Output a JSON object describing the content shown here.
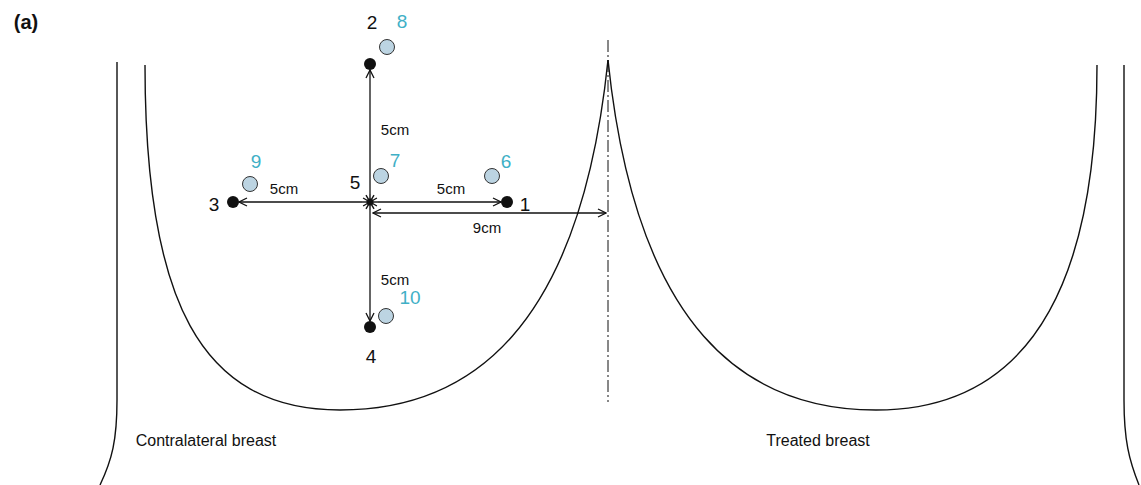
{
  "diagram": {
    "nodes": [
      {
        "text": [
          "2"
        ]
      },
      {
        "text": [
          "8"
        ]
      },
      {
        "text": [
          "9"
        ]
      },
      {
        "text": [
          "7"
        ]
      },
      {
        "text": [
          "6"
        ]
      },
      {
        "text": [
          "3"
        ]
      },
      {
        "text": [
          "5"
        ]
      },
      {
        "text": [
          "1"
        ]
      },
      {
        "text": [
          "10"
        ]
      },
      {
        "text": [
          "4"
        ]
      }
    ],
    "edges": [
      {
        "from": 6,
        "to": 0,
        "arrow": "to",
        "label": "5cm"
      },
      {
        "from": 6,
        "to": 5,
        "arrow": "to",
        "label": "5cm"
      },
      {
        "from": 6,
        "to": 7,
        "arrow": "to",
        "label": "5cm"
      },
      {
        "from": 6,
        "to": 9,
        "arrow": "to",
        "label": "5cm"
      }
    ],
    "labels": [
      "(a)",
      "9cm",
      "Contralateral breast",
      "Treated breast"
    ]
  }
}
